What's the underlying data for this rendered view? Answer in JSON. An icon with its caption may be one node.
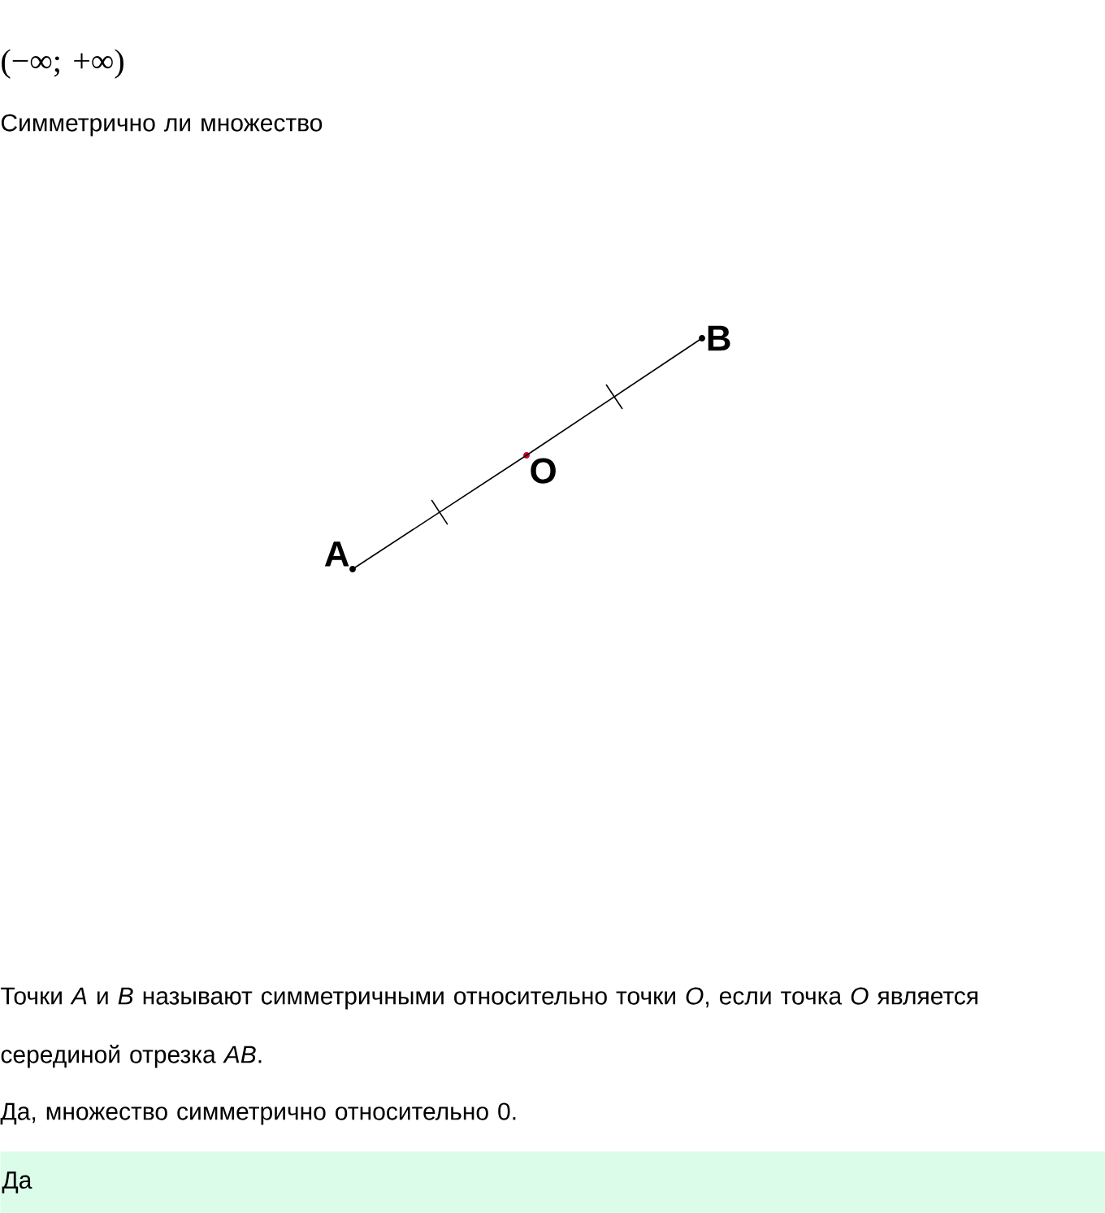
{
  "diagram": {
    "nodes": [
      {
        "text": [
          "A"
        ]
      },
      {
        "text": [
          "B"
        ]
      },
      {
        "text": [
          "O"
        ]
      },
      {
        "text": [
          "Да"
        ]
      }
    ],
    "edges": [
      {
        "from": 0,
        "to": 2,
        "arrow": "none"
      },
      {
        "from": 2,
        "to": 1,
        "arrow": "none"
      }
    ],
    "labels": [
      "(−∞; +∞)",
      "Симметрично ли множество",
      "Точки *A* и *B* называют симметричными относительно точки *O*, если точка *O* является серединой отрезка *AB*.",
      "Да, множество симметрично относительно 0."
    ]
  }
}
